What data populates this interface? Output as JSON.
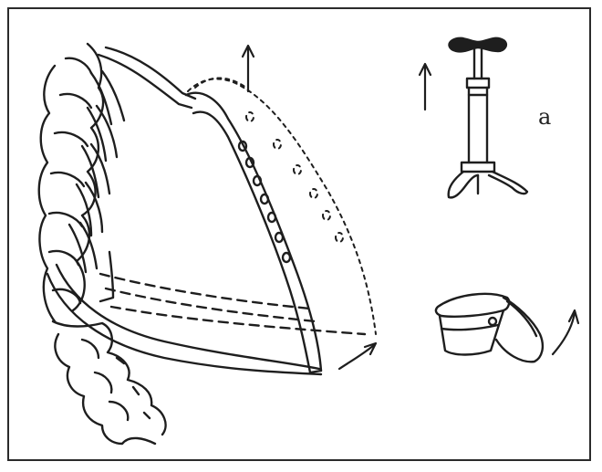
{
  "figure": {
    "label": "a",
    "ink_color": "#1e1e1e",
    "background_color": "#ffffff",
    "parts": [
      "spine",
      "ribs",
      "sternum",
      "pump",
      "bucket",
      "motion-arrows"
    ]
  }
}
